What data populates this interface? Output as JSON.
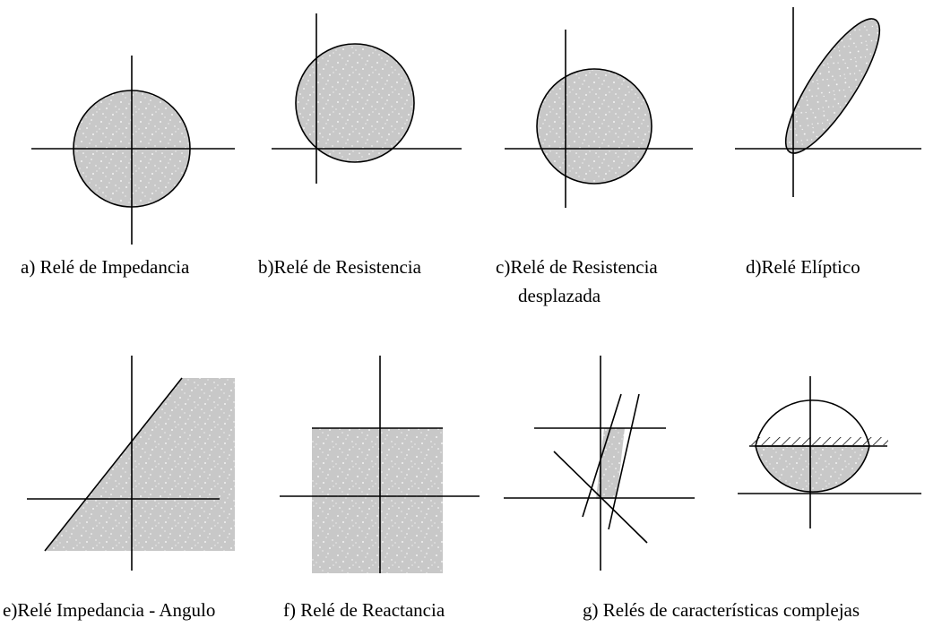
{
  "colors": {
    "region_fill": "#c8c8c8",
    "speckle": "#ffffff",
    "line": "#000000",
    "background": "#ffffff"
  },
  "captions": {
    "a": "a) Relé de Impedancia",
    "b": "b)Relé de Resistencia",
    "c_line1": "c)Relé de Resistencia",
    "c_line2": "desplazada",
    "d": "d)Relé Elíptico",
    "e": "e)Relé Impedancia - Angulo",
    "f": "f) Relé de Reactancia",
    "g": "g) Relés de características complejas"
  }
}
